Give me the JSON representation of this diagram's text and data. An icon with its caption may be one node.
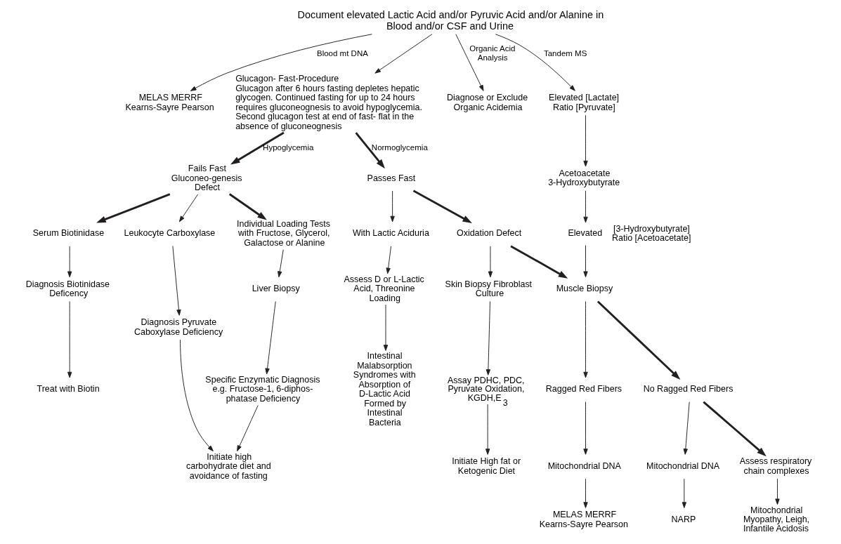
{
  "diagram": {
    "nodes": [
      {
        "text": [
          "Document elevated Lactic Acid and/or Pyruvic Acid and/or Alanine in Blood and/or CSF and Urine"
        ]
      },
      {
        "text": [
          "MELAS MERRF Kearns-Sayre Pearson"
        ]
      },
      {
        "text": [
          "Glucagon- Fast-Procedure",
          "Glucagon after 6 hours fasting depletes hepatic glycogen. Continued fasting for up to 24 hours requires gluconeognesis to avoid hypoglycemia. Second glucagon test at end of fast- flat in the absence of gluconeognesis"
        ]
      },
      {
        "text": [
          "Diagnose or Exclude Organic Acidemia"
        ]
      },
      {
        "text": [
          "Elevated [Lactate] Ratio [Pyruvate]"
        ]
      },
      {
        "text": [
          "Acetoacetate 3-Hydroxybutyrate"
        ]
      },
      {
        "text": [
          "Elevated"
        ],
        "beside": [
          "[3-Hydroxybutyrate] Ratio [Acetoacetate]"
        ]
      },
      {
        "text": [
          "Fails Fast Gluconeo-genesis Defect"
        ]
      },
      {
        "text": [
          "Passes Fast"
        ]
      },
      {
        "text": [
          "Serum Biotinidase"
        ]
      },
      {
        "text": [
          "Leukocyte Carboxylase"
        ]
      },
      {
        "text": [
          "Individual Loading Tests with Fructose, Glycerol, Galactose or Alanine"
        ]
      },
      {
        "text": [
          "Diagnosis Biotinidase Deficency"
        ]
      },
      {
        "text": [
          "Treat with Biotin"
        ]
      },
      {
        "text": [
          "Diagnosis Pyruvate Caboxylase Deficiency"
        ]
      },
      {
        "text": [
          "Liver Biopsy"
        ]
      },
      {
        "text": [
          "Specific Enzymatic Diagnosis e.g. Fructose-1, 6-diphos- phatase Deficiency"
        ]
      },
      {
        "text": [
          "Initiate high carbohydrate diet and avoidance of fasting"
        ]
      },
      {
        "text": [
          "With Lactic Aciduria"
        ]
      },
      {
        "text": [
          "Assess D or L-Lactic Acid, Threonine Loading"
        ]
      },
      {
        "text": [
          "Intestinal Malabsorption Syndromes with Absorption of D-Lactic Acid Formed by Intestinal Bacteria"
        ]
      },
      {
        "text": [
          "Oxidation Defect"
        ]
      },
      {
        "text": [
          "Skin Biopsy Fibroblast Culture"
        ]
      },
      {
        "text": [
          "Assay PDHC, PDC, Pyruvate Oxidation, KGDH,E$_{3}$"
        ]
      },
      {
        "text": [
          "Initiate High fat or Ketogenic Diet"
        ]
      },
      {
        "text": [
          "Muscle Biopsy"
        ]
      },
      {
        "text": [
          "Ragged Red Fibers"
        ]
      },
      {
        "text": [
          "Mitochondrial DNA"
        ]
      },
      {
        "text": [
          "MELAS MERRF Kearns-Sayre Pearson"
        ]
      },
      {
        "text": [
          "No Ragged Red Fibers"
        ]
      },
      {
        "text": [
          "Mitochondrial DNA"
        ]
      },
      {
        "text": [
          "NARP"
        ]
      },
      {
        "text": [
          "Assess respiratory chain complexes"
        ]
      },
      {
        "text": [
          "Mitochondrial Myopathy, Leigh, Infantile Acidosis"
        ]
      }
    ],
    "edges": [
      {
        "from": 0,
        "to": 1,
        "arrow": "to",
        "label": "Blood mt DNA"
      },
      {
        "from": 0,
        "to": 2,
        "arrow": "to"
      },
      {
        "from": 0,
        "to": 3,
        "arrow": "to",
        "label": "Organic Acid Analysis"
      },
      {
        "from": 0,
        "to": 4,
        "arrow": "to",
        "label": "Tandem MS"
      },
      {
        "from": 2,
        "to": 7,
        "arrow": "to",
        "label": "Hypoglycemia",
        "style": "thick"
      },
      {
        "from": 2,
        "to": 8,
        "arrow": "to",
        "label": "Normoglycemia",
        "style": "thick"
      },
      {
        "from": 4,
        "to": 5,
        "arrow": "to"
      },
      {
        "from": 5,
        "to": 6,
        "arrow": "to"
      },
      {
        "from": 6,
        "to": 25,
        "arrow": "to"
      },
      {
        "from": 7,
        "to": 9,
        "arrow": "to",
        "style": "thick"
      },
      {
        "from": 7,
        "to": 10,
        "arrow": "to"
      },
      {
        "from": 7,
        "to": 11,
        "arrow": "to",
        "style": "thick"
      },
      {
        "from": 9,
        "to": 12,
        "arrow": "to"
      },
      {
        "from": 12,
        "to": 13,
        "arrow": "to"
      },
      {
        "from": 10,
        "to": 14,
        "arrow": "to"
      },
      {
        "from": 14,
        "to": 17,
        "arrow": "to"
      },
      {
        "from": 11,
        "to": 15,
        "arrow": "to"
      },
      {
        "from": 15,
        "to": 16,
        "arrow": "to"
      },
      {
        "from": 16,
        "to": 17,
        "arrow": "to"
      },
      {
        "from": 8,
        "to": 18,
        "arrow": "to"
      },
      {
        "from": 8,
        "to": 21,
        "arrow": "to",
        "style": "thick"
      },
      {
        "from": 18,
        "to": 19,
        "arrow": "to"
      },
      {
        "from": 19,
        "to": 20,
        "arrow": "to"
      },
      {
        "from": 21,
        "to": 22,
        "arrow": "to"
      },
      {
        "from": 21,
        "to": 25,
        "arrow": "to",
        "style": "thick"
      },
      {
        "from": 22,
        "to": 23,
        "arrow": "to"
      },
      {
        "from": 23,
        "to": 24,
        "arrow": "to"
      },
      {
        "from": 25,
        "to": 26,
        "arrow": "to"
      },
      {
        "from": 25,
        "to": 29,
        "arrow": "to",
        "style": "thick"
      },
      {
        "from": 26,
        "to": 27,
        "arrow": "to"
      },
      {
        "from": 27,
        "to": 28,
        "arrow": "to"
      },
      {
        "from": 29,
        "to": 30,
        "arrow": "to"
      },
      {
        "from": 30,
        "to": 31,
        "arrow": "to"
      },
      {
        "from": 29,
        "to": 32,
        "arrow": "to",
        "style": "thick"
      },
      {
        "from": 32,
        "to": 33,
        "arrow": "to"
      }
    ]
  }
}
